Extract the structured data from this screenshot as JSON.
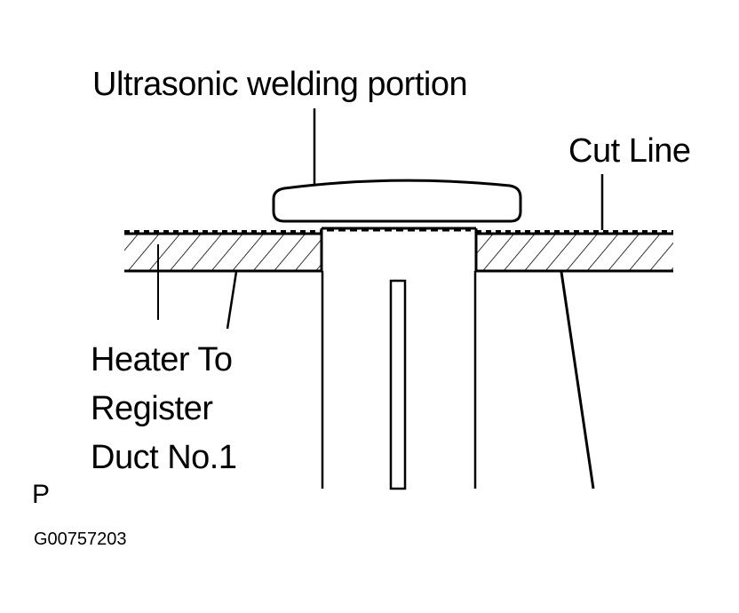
{
  "labels": {
    "welding": "Ultrasonic welding portion",
    "cut_line": "Cut Line",
    "duct_line1": "Heater To",
    "duct_line2": "Register",
    "duct_line3": "Duct No.1",
    "view_marker": "P",
    "figure_code": "G00757203"
  },
  "colors": {
    "ink": "#000000",
    "background": "#ffffff"
  }
}
